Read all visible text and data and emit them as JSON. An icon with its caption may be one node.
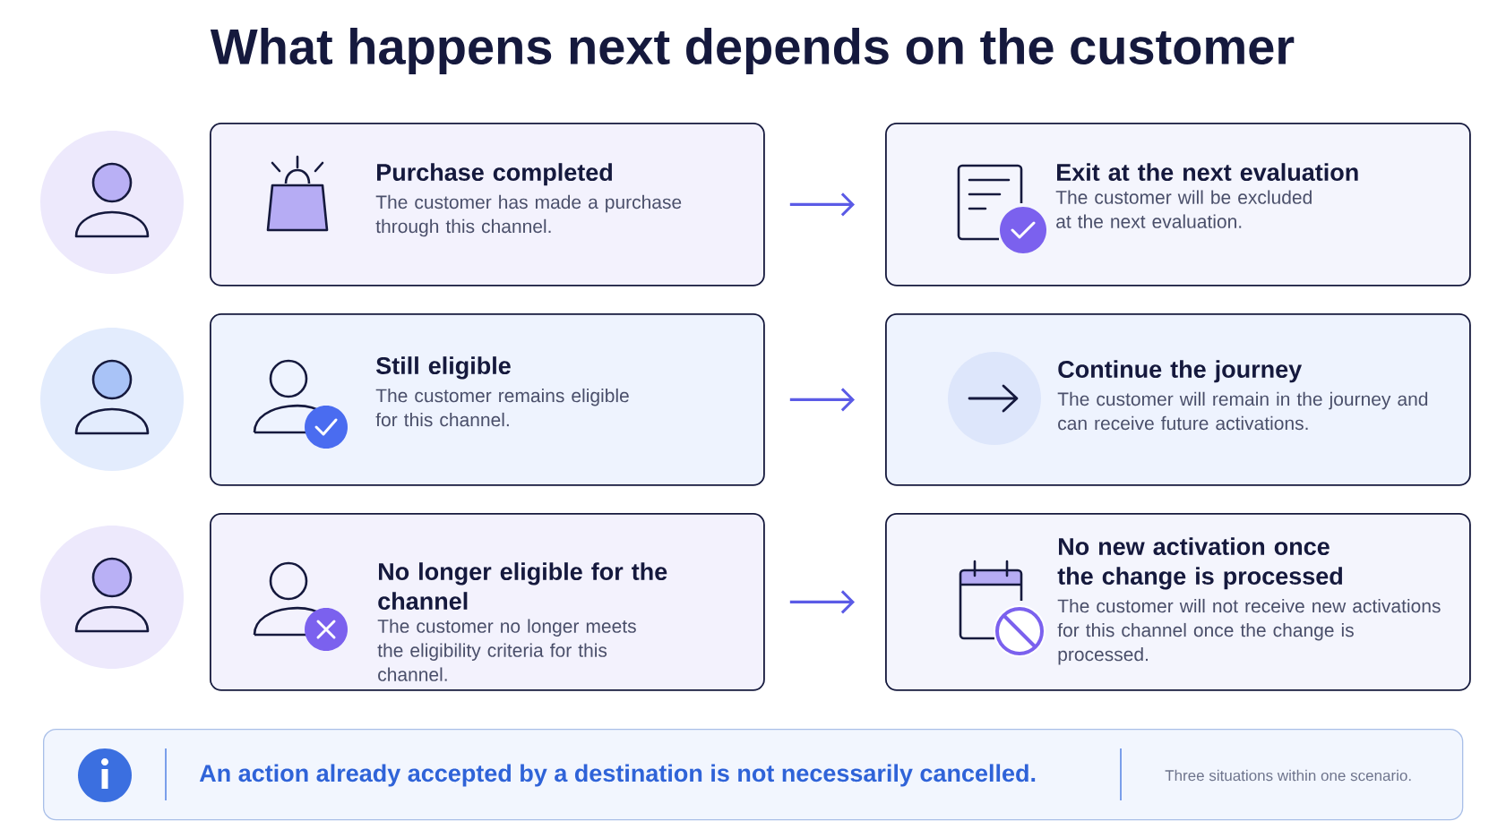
{
  "diagram": {
    "title": "What happens next depends on the customer",
    "nodes": [
      {
        "text": [
          "Purchase completed",
          "The customer has made a purchase through this channel."
        ]
      },
      {
        "text": [
          "Exit at the next evaluation",
          "The customer will be excluded at the next evaluation."
        ]
      },
      {
        "text": [
          "Still eligible",
          "The customer remains eligible for this channel."
        ]
      },
      {
        "text": [
          "Continue the journey",
          "The customer will remain in the journey and can receive future activations."
        ]
      },
      {
        "text": [
          "No longer eligible for the channel",
          "The customer no longer meets the eligibility criteria for this channel."
        ]
      },
      {
        "text": [
          "No new activation once the change is processed",
          "The customer will not receive new activations for this channel once the change is processed."
        ]
      },
      {
        "text": [
          "An action already accepted by a destination is not necessarily cancelled.",
          "Three situations within one scenario."
        ]
      }
    ],
    "edges": [
      {
        "from": 0,
        "to": 1,
        "arrow": "to"
      },
      {
        "from": 2,
        "to": 3,
        "arrow": "to"
      },
      {
        "from": 4,
        "to": 5,
        "arrow": "to"
      }
    ]
  }
}
